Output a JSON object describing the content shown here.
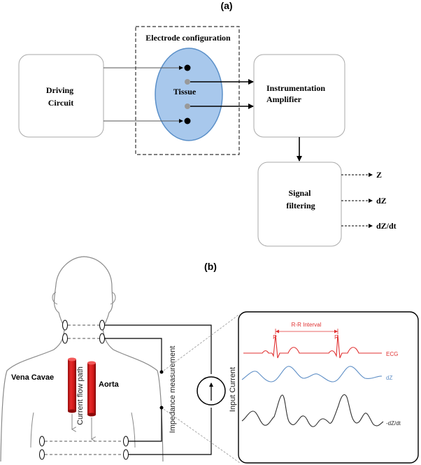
{
  "panel_a": {
    "label": "(a)",
    "electrode_config_label": "Electrode configuration",
    "driving_circuit": [
      "Driving",
      "Circuit"
    ],
    "tissue_label": "Tissue",
    "amplifier": [
      "Instrumentation",
      "Amplifier"
    ],
    "filtering": [
      "Signal",
      "filtering"
    ],
    "outputs": [
      "Z",
      "dZ",
      "dZ/dt"
    ],
    "colors": {
      "tissue_fill": "#a8c8ec",
      "tissue_stroke": "#5a8fc8"
    }
  },
  "panel_b": {
    "label": "(b)",
    "vena_cavae_label": "Vena Cavae",
    "aorta_label": "Aorta",
    "current_flow_label": "Current flow path",
    "impedance_label": "Impedance measurement",
    "input_current_label": "Input Current",
    "signals": {
      "rr_label": "R-R Interval",
      "r_peak_label": "R",
      "ecg_label": "ECG",
      "dz_label": "dZ",
      "dzdt_label": "-dZ/dt"
    },
    "colors": {
      "vessel": "#e11b1b",
      "ecg": "#e03030",
      "dz": "#5f8fc6",
      "dzdt": "#303030"
    }
  }
}
